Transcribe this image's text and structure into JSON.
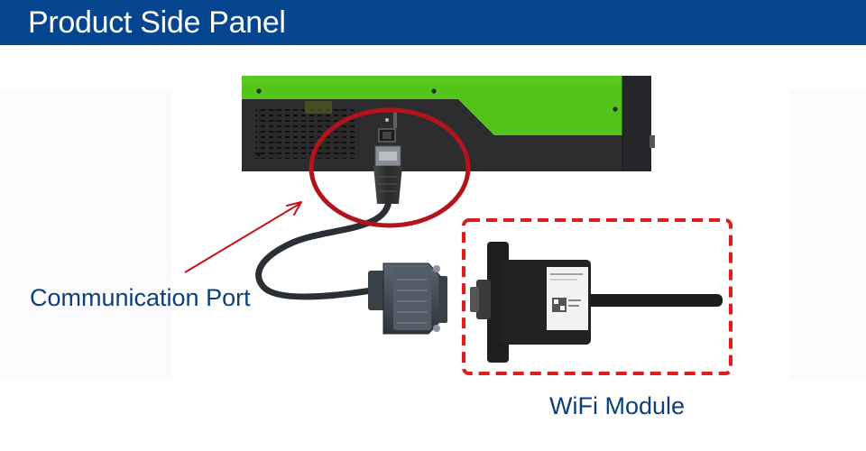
{
  "header": {
    "title": "Product Side Panel"
  },
  "labels": {
    "communication_port": "Communication Port",
    "wifi_module": "WiFi Module"
  },
  "colors": {
    "header_bg": "#064690",
    "label_text": "#0b3f7d",
    "highlight_circle": "#b3141c",
    "dashed_box": "#e01c1c",
    "inverter_green": "#52c41a",
    "inverter_body": "#2d2d30"
  },
  "icons": {
    "inverter": "inverter-icon",
    "rj45_plug": "rj45-plug-icon",
    "db9_connector": "db9-connector-icon",
    "wifi_module": "wifi-module-icon",
    "arrow": "arrow-icon"
  }
}
